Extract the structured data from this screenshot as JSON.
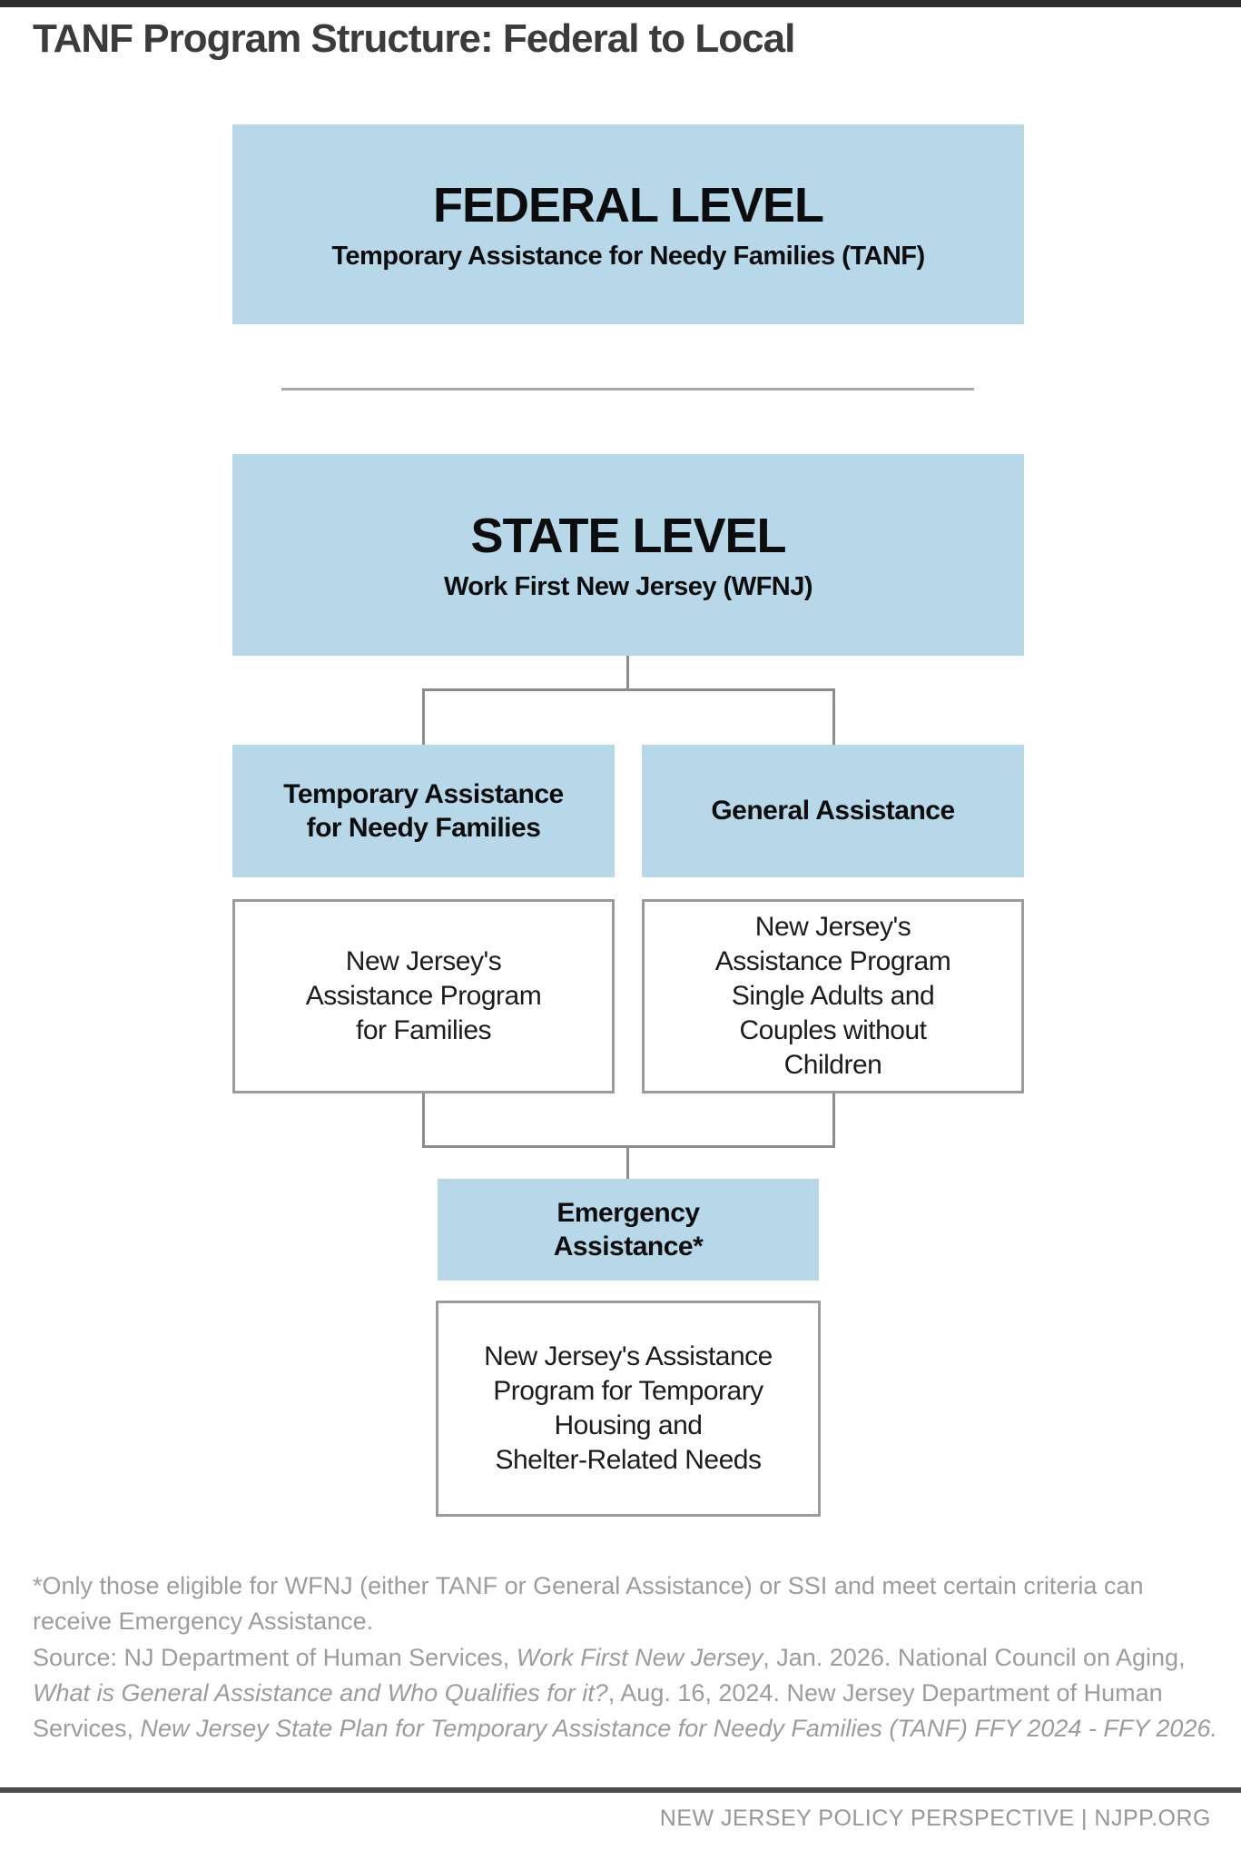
{
  "page": {
    "title": "TANF Program Structure: Federal to Local",
    "footer": "NEW JERSEY POLICY PERSPECTIVE | NJPP.ORG"
  },
  "colors": {
    "box_blue": "#b7d8e8",
    "connector_gray": "#8c8c8c",
    "white_box_border": "#9b9b9b",
    "top_bar": "#2d2d2d",
    "footer_rule": "#4a4a4a",
    "muted_text": "#9c9c9c",
    "title_text": "#3b3b3b",
    "box_text": "#0d0d0d"
  },
  "diagram": {
    "federal": {
      "title": "FEDERAL LEVEL",
      "subtitle": "Temporary Assistance for Needy Families (TANF)"
    },
    "state": {
      "title": "STATE LEVEL",
      "subtitle": "Work First New Jersey (WFNJ)"
    },
    "branches": [
      {
        "id": "tanf",
        "label": "Temporary Assistance\nfor Needy Families",
        "program": "New Jersey's\nAssistance Program\nfor Families"
      },
      {
        "id": "general-assistance",
        "label": "General Assistance",
        "program": "New Jersey's\nAssistance Program\nSingle Adults and\nCouples without\nChildren"
      }
    ],
    "emergency": {
      "label": "Emergency\nAssistance*",
      "program": "New Jersey's Assistance\nProgram for Temporary\nHousing and\nShelter-Related Needs"
    }
  },
  "notes": {
    "footnote": "*Only those eligible for WFNJ (either TANF or General Assistance) or SSI and meet certain criteria can receive Emergency Assistance.",
    "source_parts": [
      {
        "text": "Source: NJ Department of Human Services, "
      },
      {
        "text": "Work First New Jersey"
      },
      {
        "text": ", Jan. 2026. National Council on Aging, "
      },
      {
        "text": "What is General Assistance and Who Qualifies for it?"
      },
      {
        "text": ", Aug. 16, 2024. New Jersey Department of Human Services, "
      },
      {
        "text": "New Jersey State Plan for Temporary Assistance for Needy Families (TANF) FFY 2024 - FFY 2026."
      }
    ]
  }
}
